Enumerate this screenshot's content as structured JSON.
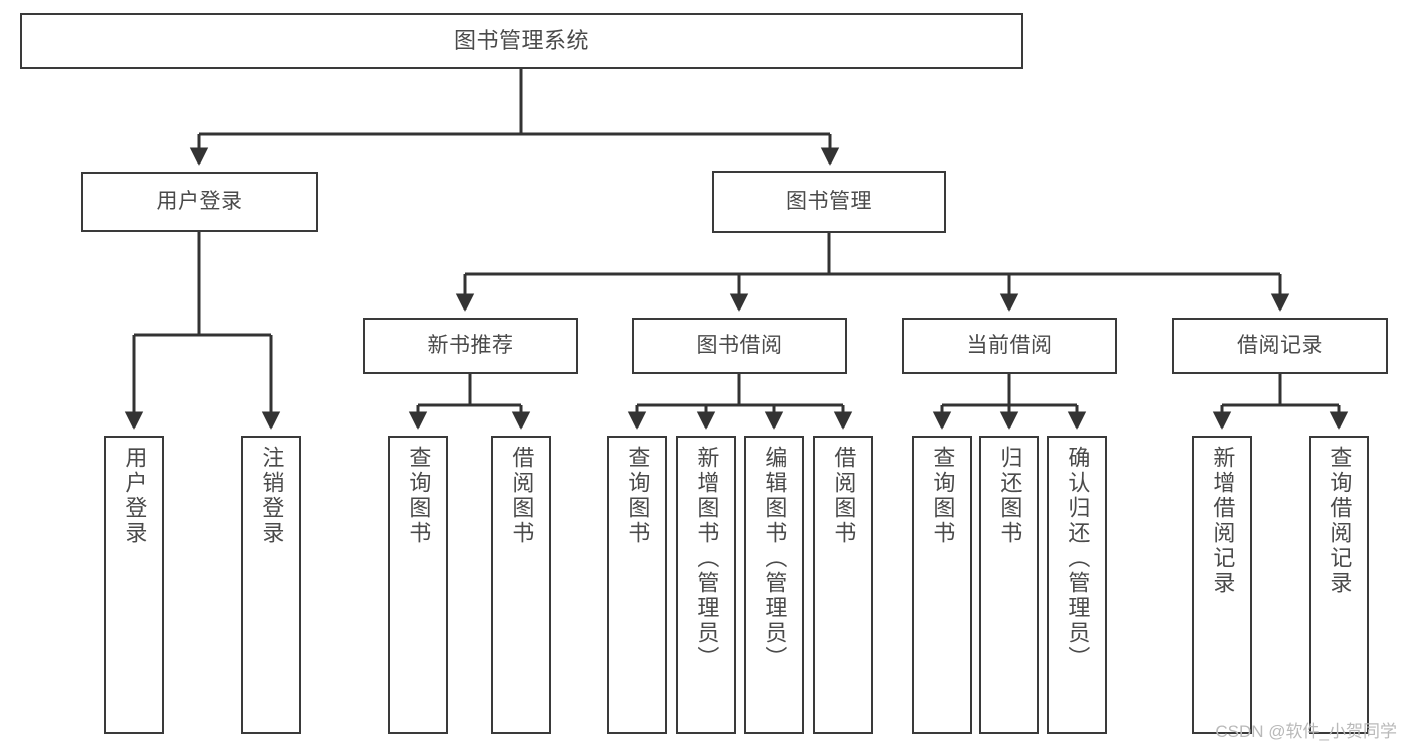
{
  "diagram": {
    "title": "图书管理系统",
    "type": "function-tree",
    "watermark": "CSDN @软件_小贺同学",
    "colors": {
      "border": "#3a3a3a",
      "text": "#4a4a4a",
      "wire": "#333333",
      "background": "#ffffff",
      "watermark": "#b9b9b9"
    },
    "levels": [
      {
        "index": 0,
        "names": [
          "图书管理系统"
        ]
      },
      {
        "index": 1,
        "names": [
          "用户登录",
          "图书管理"
        ]
      },
      {
        "index": 2,
        "names": [
          "新书推荐",
          "图书借阅",
          "当前借阅",
          "借阅记录"
        ]
      },
      {
        "index": 3,
        "names": [
          "用户登录",
          "注销登录",
          "查询图书",
          "借阅图书",
          "查询图书",
          "新增图书（管理员）",
          "编辑图书（管理员）",
          "借阅图书",
          "查询图书",
          "归还图书",
          "确认归还（管理员）",
          "新增借阅记录",
          "查询借阅记录"
        ]
      }
    ],
    "nodes": {
      "root": {
        "label": "图书管理系统"
      },
      "level1": [
        {
          "id": "user-login",
          "label": "用户登录"
        },
        {
          "id": "book-manage",
          "label": "图书管理"
        }
      ],
      "level2": [
        {
          "id": "new-book-rec",
          "label": "新书推荐"
        },
        {
          "id": "book-borrow",
          "label": "图书借阅"
        },
        {
          "id": "current-borrow",
          "label": "当前借阅"
        },
        {
          "id": "borrow-record",
          "label": "借阅记录"
        }
      ],
      "leaves": [
        {
          "id": "leaf-user-login",
          "label": "用户登录"
        },
        {
          "id": "leaf-logout",
          "label": "注销登录"
        },
        {
          "id": "leaf-query-book-1",
          "label": "查询图书"
        },
        {
          "id": "leaf-borrow-book-1",
          "label": "借阅图书"
        },
        {
          "id": "leaf-query-book-2",
          "label": "查询图书"
        },
        {
          "id": "leaf-add-book-admin",
          "label": "新增图书（管理员）"
        },
        {
          "id": "leaf-edit-book-admin",
          "label": "编辑图书（管理员）"
        },
        {
          "id": "leaf-borrow-book-2",
          "label": "借阅图书"
        },
        {
          "id": "leaf-query-book-3",
          "label": "查询图书"
        },
        {
          "id": "leaf-return-book",
          "label": "归还图书"
        },
        {
          "id": "leaf-confirm-return-admin",
          "label": "确认归还（管理员）"
        },
        {
          "id": "leaf-add-borrow-record",
          "label": "新增借阅记录"
        },
        {
          "id": "leaf-query-borrow-record",
          "label": "查询借阅记录"
        }
      ]
    },
    "edges": [
      {
        "from": "图书管理系统",
        "to": "用户登录"
      },
      {
        "from": "图书管理系统",
        "to": "图书管理"
      },
      {
        "from": "用户登录",
        "to": "用户登录"
      },
      {
        "from": "用户登录",
        "to": "注销登录"
      },
      {
        "from": "图书管理",
        "to": "新书推荐"
      },
      {
        "from": "图书管理",
        "to": "图书借阅"
      },
      {
        "from": "图书管理",
        "to": "当前借阅"
      },
      {
        "from": "图书管理",
        "to": "借阅记录"
      },
      {
        "from": "新书推荐",
        "to": "查询图书"
      },
      {
        "from": "新书推荐",
        "to": "借阅图书"
      },
      {
        "from": "图书借阅",
        "to": "查询图书"
      },
      {
        "from": "图书借阅",
        "to": "新增图书（管理员）"
      },
      {
        "from": "图书借阅",
        "to": "编辑图书（管理员）"
      },
      {
        "from": "图书借阅",
        "to": "借阅图书"
      },
      {
        "from": "当前借阅",
        "to": "查询图书"
      },
      {
        "from": "当前借阅",
        "to": "归还图书"
      },
      {
        "from": "当前借阅",
        "to": "确认归还（管理员）"
      },
      {
        "from": "借阅记录",
        "to": "新增借阅记录"
      },
      {
        "from": "借阅记录",
        "to": "查询借阅记录"
      }
    ]
  }
}
